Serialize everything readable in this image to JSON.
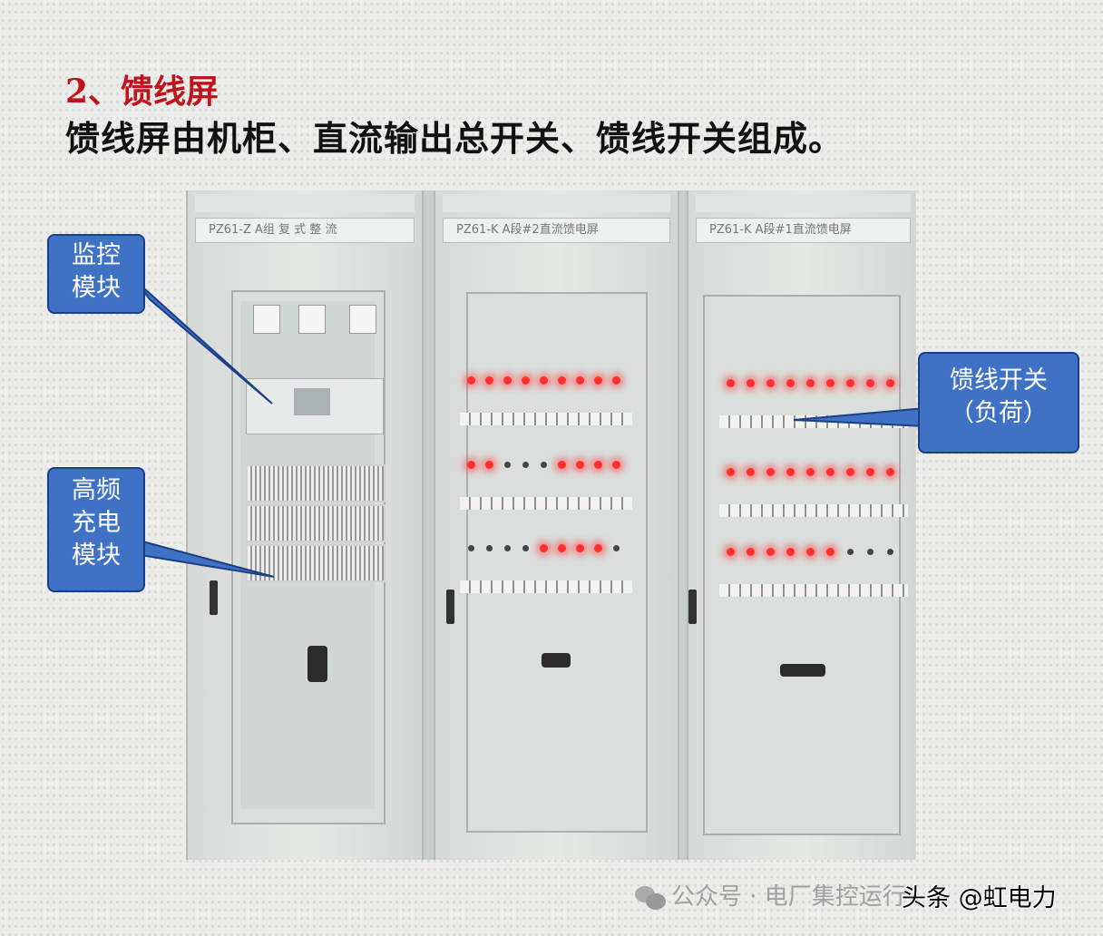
{
  "slide": {
    "heading": "2、馈线屏",
    "subheading": "馈线屏由机柜、直流输出总开关、馈线开关组成。"
  },
  "photo": {
    "cabinet_labels": [
      "PZ61-Z A组 复 式 整 流",
      "PZ61-K A段#2直流馈电屏",
      "PZ61-K A段#1直流馈电屏"
    ],
    "led_color": "#ff3030"
  },
  "callouts": {
    "monitor": [
      "监控",
      "模块"
    ],
    "charger": [
      "高频",
      "充电",
      "模块"
    ],
    "feeder": [
      "馈线开关",
      "（负荷）"
    ],
    "fill_color": "#3f72c4"
  },
  "watermark": {
    "wechat": "公众号 · 电厂集控运行",
    "toutiao": "头条 @虹电力"
  }
}
